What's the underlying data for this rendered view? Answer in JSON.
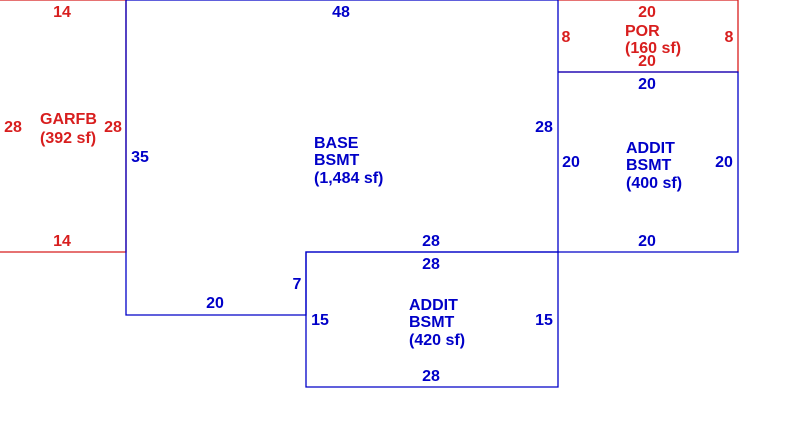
{
  "colors": {
    "primary": "#0000c8",
    "secondary": "#d81e1e",
    "background": "#ffffff"
  },
  "areas": {
    "garfb": {
      "line1": "GARFB",
      "line2": "(392 sf)"
    },
    "base": {
      "line1": "BASE",
      "line2": "BSMT",
      "line3": "(1,484 sf)"
    },
    "por": {
      "line1": "POR",
      "line2": "(160 sf)"
    },
    "addit_upper": {
      "line1": "ADDIT",
      "line2": "BSMT",
      "line3": "(400 sf)"
    },
    "addit_lower": {
      "line1": "ADDIT",
      "line2": "BSMT",
      "line3": "(420 sf)"
    }
  },
  "dimensions": {
    "garfb_top": "14",
    "garfb_left": "28",
    "garfb_right": "28",
    "garfb_bottom": "14",
    "base_top": "48",
    "base_left": "35",
    "base_right": "28",
    "base_bottom_left": "20",
    "base_step": "7",
    "base_bottom_right": "28",
    "por_top": "20",
    "por_left": "8",
    "por_right": "8",
    "por_bottom": "20",
    "addit_upper_top": "20",
    "addit_upper_left": "20",
    "addit_upper_right": "20",
    "addit_upper_bottom": "20",
    "addit_lower_top": "28",
    "addit_lower_left": "15",
    "addit_lower_right": "15",
    "addit_lower_bottom": "28"
  }
}
